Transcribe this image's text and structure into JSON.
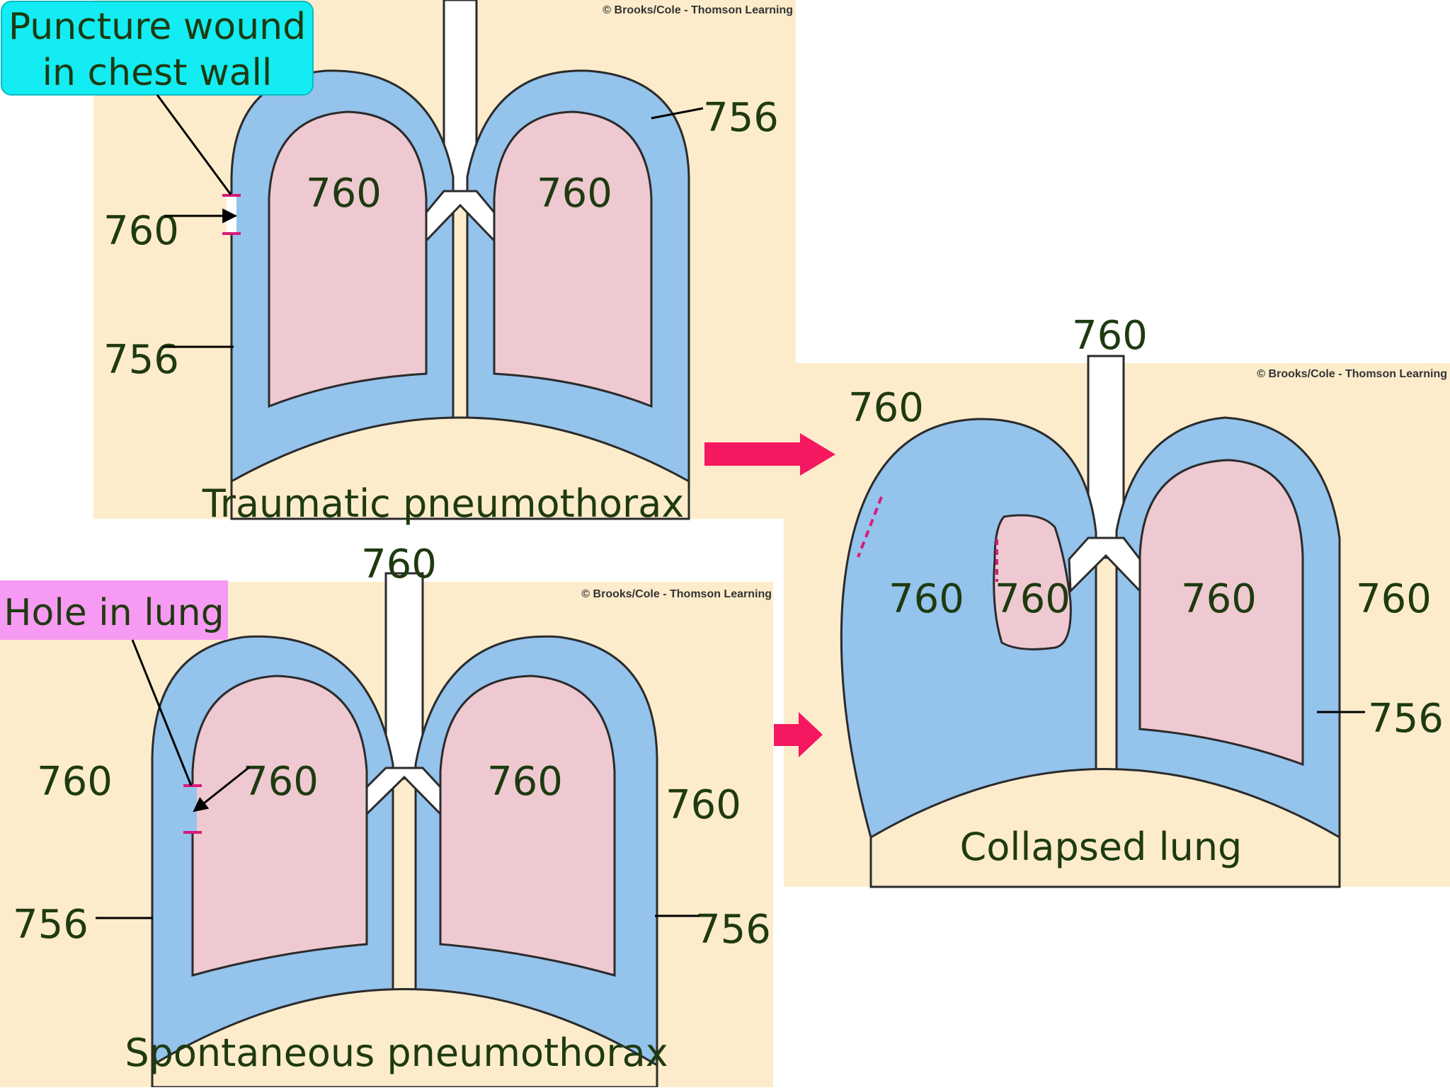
{
  "panels": {
    "traumatic": {
      "credit": "© Brooks/Cole - Thomson Learning",
      "caption": "Traumatic pneumothorax",
      "callout": [
        "Puncture wound",
        "in chest wall"
      ],
      "labels": {
        "pleural_right": "756",
        "lung_left": "760",
        "lung_right": "760",
        "wound": "760",
        "pleural_left": "756"
      }
    },
    "spontaneous": {
      "credit": "© Brooks/Cole - Thomson Learning",
      "caption": "Spontaneous pneumothorax",
      "callout": "Hole in lung",
      "labels": {
        "trachea": "760",
        "outside_left": "760",
        "hole": "760",
        "lung_right": "760",
        "outside_right": "760",
        "pleural_left": "756",
        "pleural_right": "756"
      }
    },
    "collapsed": {
      "credit": "© Brooks/Cole - Thomson Learning",
      "caption": "Collapsed lung",
      "labels": {
        "trachea": "760",
        "top_left": "760",
        "cavity": "760",
        "collapsed_lung": "760",
        "lung_right": "760",
        "outside_right": "760",
        "pleural_right": "756"
      }
    }
  },
  "colors": {
    "background": "#fdeccb",
    "pleural_space": "#94c3ec",
    "lung": "#eec9d1",
    "outline": "#2b2b2b",
    "label_text": "#1e3a10",
    "puncture_callout": "#13ecf3",
    "hole_callout": "#f79af3",
    "arrow": "#f5175f",
    "wound_mark": "#d81a7a"
  }
}
